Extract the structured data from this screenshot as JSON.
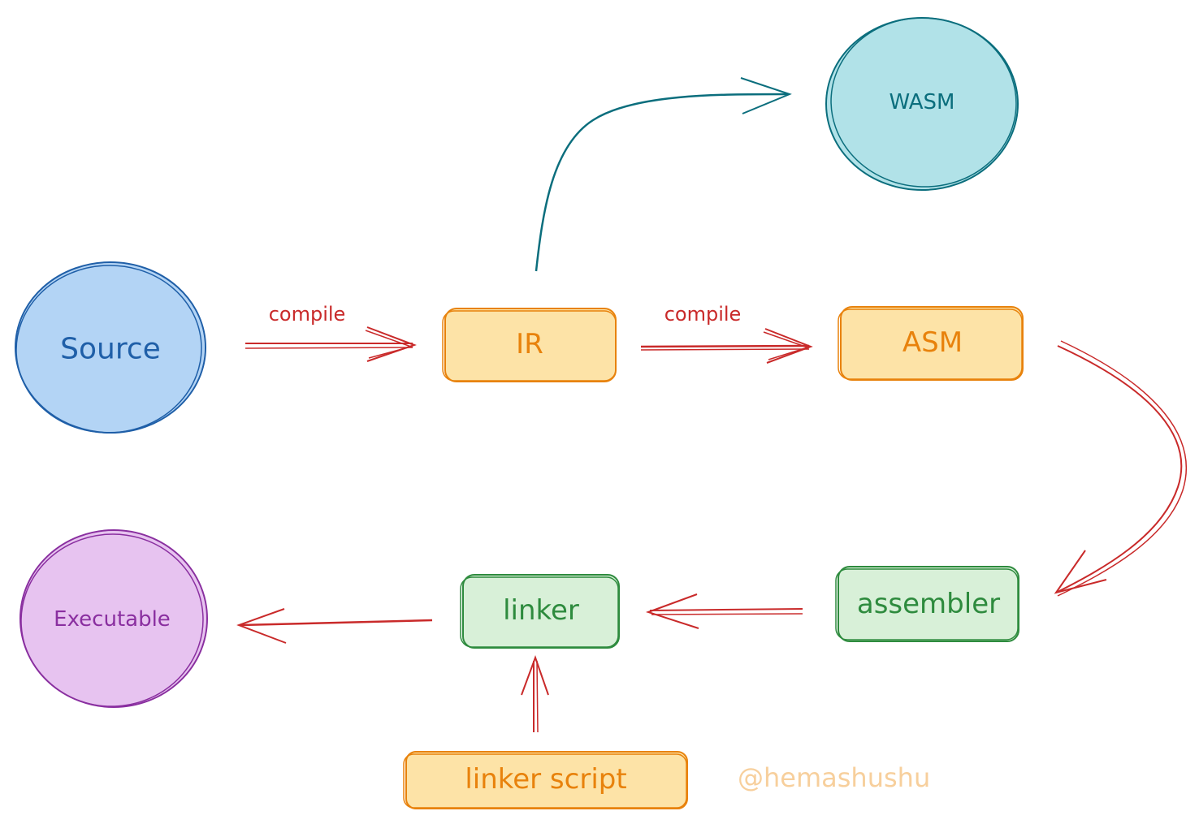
{
  "nodes": {
    "source": {
      "label": "Source",
      "fill": "#b3d4f5",
      "stroke": "#1f5fa8",
      "text": "#1f5fa8"
    },
    "ir": {
      "label": "IR",
      "fill": "#fde3a7",
      "stroke": "#e8820c",
      "text": "#e8820c"
    },
    "asm": {
      "label": "ASM",
      "fill": "#fde3a7",
      "stroke": "#e8820c",
      "text": "#e8820c"
    },
    "wasm": {
      "label": "WASM",
      "fill": "#b1e2e8",
      "stroke": "#0b6e7d",
      "text": "#0b6e7d"
    },
    "assembler": {
      "label": "assembler",
      "fill": "#d8f0d8",
      "stroke": "#2e8b3e",
      "text": "#2e8b3e"
    },
    "linker": {
      "label": "linker",
      "fill": "#d8f0d8",
      "stroke": "#2e8b3e",
      "text": "#2e8b3e"
    },
    "linker_script": {
      "label": "linker script",
      "fill": "#fde3a7",
      "stroke": "#e8820c",
      "text": "#e8820c"
    },
    "executable": {
      "label": "Executable",
      "fill": "#e7c3f0",
      "stroke": "#8a2fa0",
      "text": "#8a2fa0"
    }
  },
  "edges": {
    "source_to_ir": {
      "label": "compile",
      "color": "#c92a2a"
    },
    "ir_to_asm": {
      "label": "compile",
      "color": "#c92a2a"
    },
    "ir_to_wasm": {
      "color": "#0b6e7d"
    },
    "asm_to_assembler": {
      "color": "#c92a2a"
    },
    "assembler_to_linker": {
      "color": "#c92a2a"
    },
    "linker_to_executable": {
      "color": "#c92a2a"
    },
    "script_to_linker": {
      "color": "#c92a2a"
    }
  },
  "watermark": "@hemashushu"
}
